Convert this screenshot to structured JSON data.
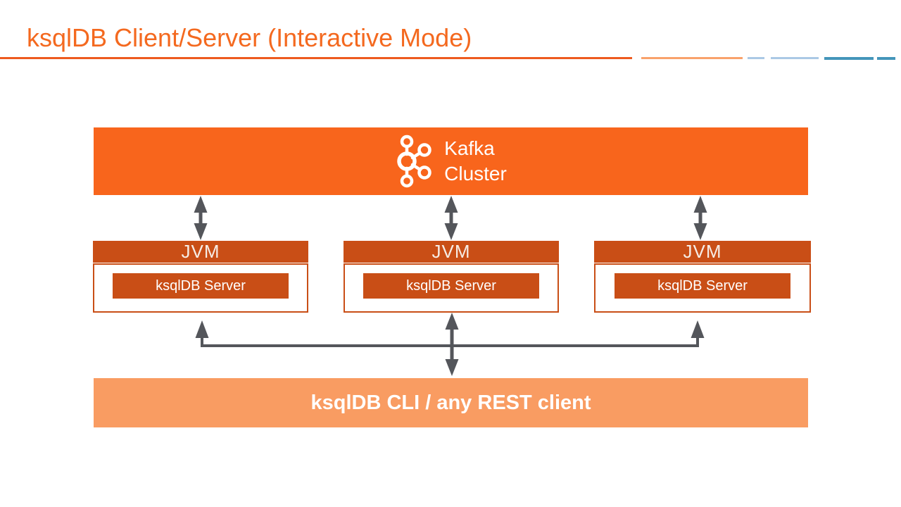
{
  "header": {
    "title": "ksqlDB Client/Server (Interactive Mode)"
  },
  "diagram": {
    "kafka": {
      "icon": "kafka-logo-icon",
      "line1": "Kafka",
      "line2": "Cluster"
    },
    "jvms": [
      {
        "label": "JVM",
        "server": "ksqlDB Server"
      },
      {
        "label": "JVM",
        "server": "ksqlDB Server"
      },
      {
        "label": "JVM",
        "server": "ksqlDB Server"
      }
    ],
    "client": {
      "label": "ksqlDB CLI / any REST client"
    }
  },
  "colors": {
    "title-orange": "#f4691f",
    "kafka-orange": "#f8651c",
    "dark-orange": "#c94e16",
    "light-orange": "#f99c62",
    "arrow-gray": "#54565b",
    "rule-orange": "#ee5a1f",
    "rule-peach": "#f9a26b",
    "rule-lightblue": "#abc9e5",
    "rule-steelblue": "#4495ba"
  }
}
